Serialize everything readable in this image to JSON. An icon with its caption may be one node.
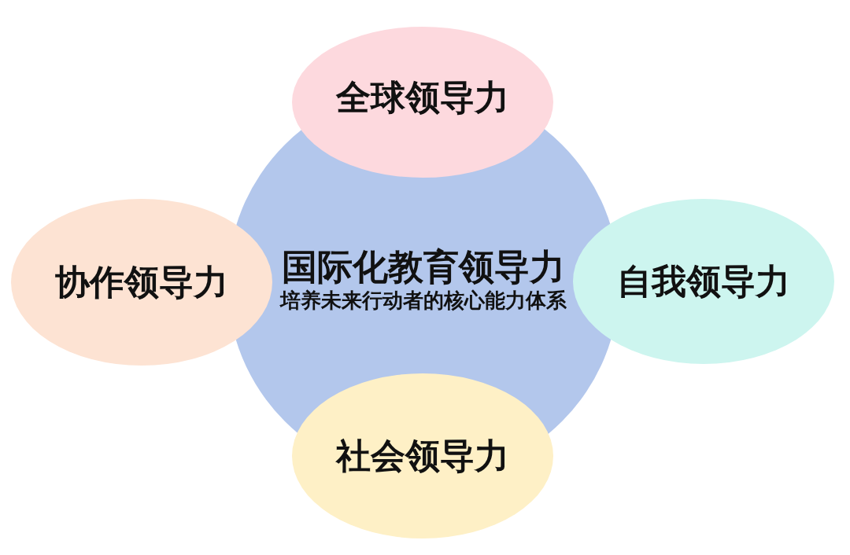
{
  "diagram": {
    "nodes": [
      {
        "text": [
          "全球领导力"
        ]
      },
      {
        "text": [
          "协作领导力"
        ]
      },
      {
        "text": [
          "国际化教育领导力",
          "培养未来行动者的核心能力体系"
        ]
      },
      {
        "text": [
          "自我领导力"
        ]
      },
      {
        "text": [
          "社会领导力"
        ]
      }
    ]
  }
}
